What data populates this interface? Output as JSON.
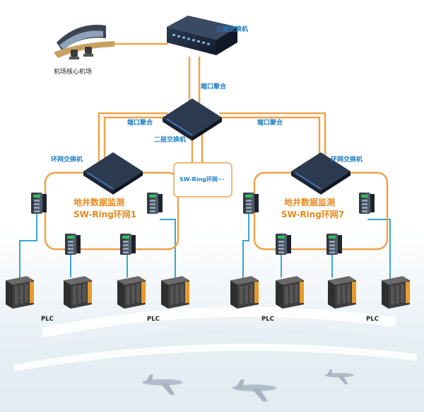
{
  "labels": {
    "core_room": "机场核心机场",
    "core_switch": "三层交换机",
    "port_agg_top": "端口聚合",
    "port_agg_left": "端口聚合",
    "port_agg_right": "端口聚合",
    "l2_switch": "二层交换机",
    "ring_switch_left": "环网交换机",
    "ring_switch_right": "环网交换机",
    "ring_more": "SW-Ring环网···",
    "ring1_line1": "地井数据监测",
    "ring1_line2": "SW-Ring环网1",
    "ring7_line1": "地井数据监测",
    "ring7_line2": "SW-Ring环网7",
    "plc": [
      "PLC",
      "PLC",
      "PLC",
      "PLC"
    ]
  },
  "colors": {
    "orange": "#f0a24a",
    "blue": "#3aa6d6",
    "label_blue": "#1f7fc4",
    "ring_text": "#e8891a",
    "switch_body": "#1d2a3d"
  },
  "icons": {
    "core_room": "control-room-icon",
    "core_switch": "rack-switch-icon",
    "l2_switch": "switch-icon",
    "ring_switch": "switch-icon",
    "din_switch": "din-rail-switch-icon",
    "plc": "plc-module-icon",
    "airplane": "airplane-icon"
  }
}
